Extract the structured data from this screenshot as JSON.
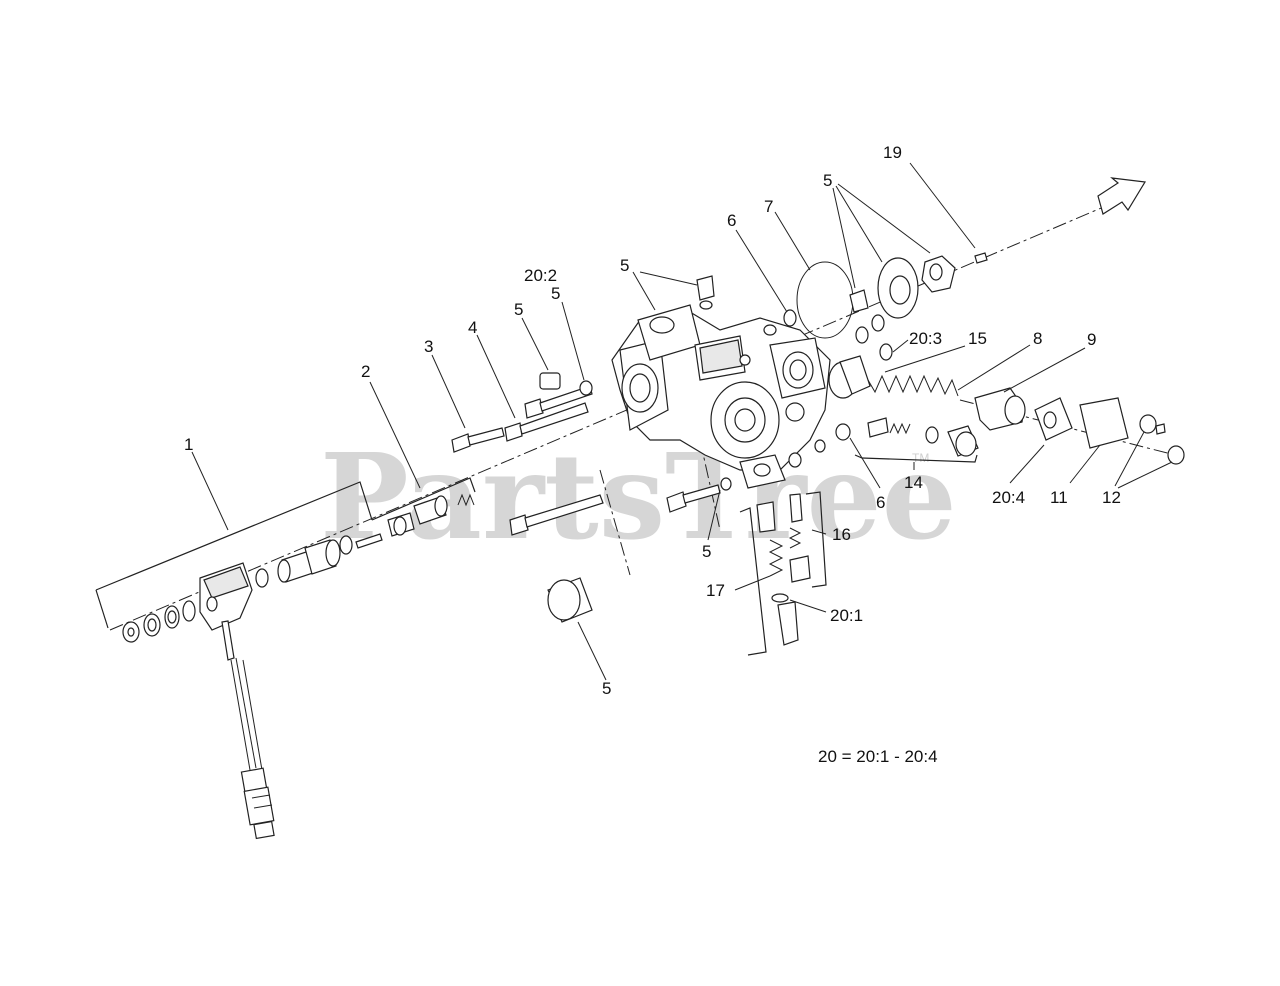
{
  "watermark": {
    "text": "PartsTree",
    "tm": "TM"
  },
  "footnote": "20 = 20:1 - 20:4",
  "callouts": {
    "c1": "1",
    "c2": "2",
    "c3": "3",
    "c4": "4",
    "c5_bolt": "5",
    "c5_oring": "5",
    "c5_top": "5",
    "c5_rotor": "5",
    "c5_lower_left": "5",
    "c5_bottom": "5",
    "c6_top": "6",
    "c6_right": "6",
    "c7": "7",
    "c8": "8",
    "c9": "9",
    "c11": "11",
    "c12": "12",
    "c14": "14",
    "c15": "15",
    "c16": "16",
    "c17": "17",
    "c19": "19",
    "c20_1": "20:1",
    "c20_2": "20:2",
    "c20_3": "20:3",
    "c20_4": "20:4"
  },
  "icons": {
    "direction_arrow": "direction-arrow-icon"
  }
}
